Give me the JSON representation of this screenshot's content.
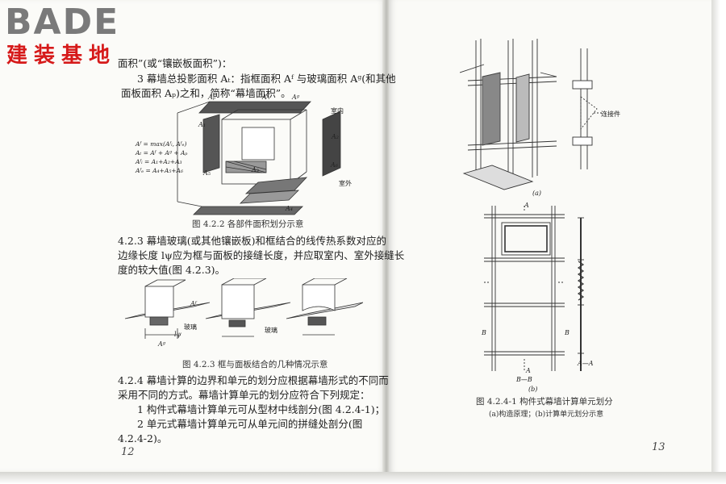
{
  "logo": {
    "en": "BADE",
    "cn": "建装基地"
  },
  "left": {
    "lines": [
      "面积”(或“镶嵌板面积”)：",
      "3  幕墙总投影面积 Aₜ：指框面积 Aᶠ 与玻璃面积 Aᵍ(和其他",
      "面板面积 Aₚ)之和，简称“幕墙面积”。"
    ],
    "fig1": {
      "caption": "图 4.2.2  各部件面积划分示意",
      "label_indoor": "室内",
      "label_outdoor": "室外",
      "formulas": [
        "Aᶠ = max(Aᶠᵢ, Aᶠₑ)",
        "Aₜ = Aᶠ + Aᵍ + Aₚ",
        "Aᶠᵢ = A₁+A₂+A₃",
        "Aᶠₑ = A₄+A₅+A₆"
      ],
      "labels": [
        "Aₚ",
        "Aᶠᵢ",
        "Aᵍ",
        "A₁",
        "A₂",
        "A₃",
        "A₄",
        "A₅",
        "A₆"
      ]
    },
    "para423": [
      "4.2.3  幕墙玻璃(或其他镶嵌板)和框结合的线传热系数对应的",
      "边缘长度 lψ应为框与面板的接缝长度，并应取室内、室外接缝长",
      "度的较大值(图 4.2.3)。"
    ],
    "fig2": {
      "caption": "图 4.2.3  框与面板结合的几种情况示意",
      "glass_label": "玻璃",
      "labels": [
        "Aᶠ",
        "Aᵍ",
        "lψ"
      ]
    },
    "para424": [
      "4.2.4  幕墙计算的边界和单元的划分应根据幕墙形式的不同而",
      "采用不同的方式。幕墙计算单元的划分应符合下列规定：",
      "1  构件式幕墙计算单元可从型材中线剖分(图 4.2.4-1)；",
      "2  单元式幕墙计算单元可从单元间的拼缝处剖分(图",
      "4.2.4-2)。"
    ],
    "page_number": "12"
  },
  "right": {
    "fig_a_label": "(a)",
    "connector_label": "连接件",
    "fig_b_label": "(b)",
    "section_labels": [
      "A",
      "A",
      "B",
      "B",
      "B—B",
      "A—A"
    ],
    "caption": "图 4.2.4-1  构件式幕墙计算单元划分",
    "subcaption": "(a)构造原理；(b)计算单元划分示意",
    "page_number": "13"
  }
}
